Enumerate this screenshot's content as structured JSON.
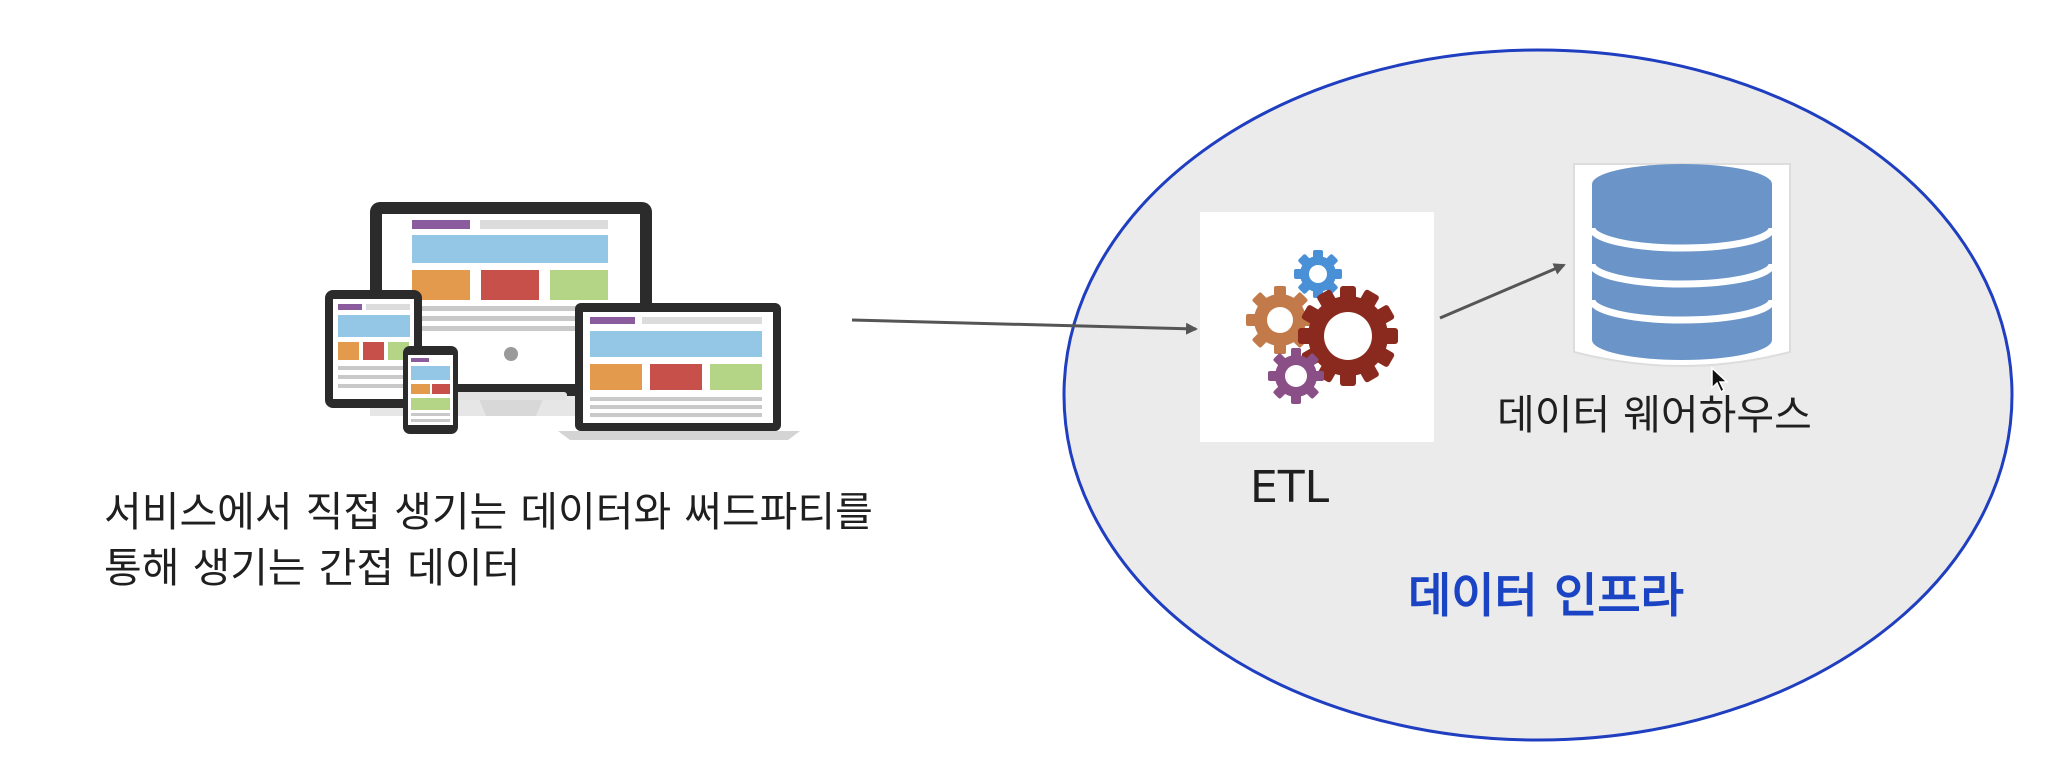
{
  "source": {
    "description_line1": "서비스에서 직접 생기는 데이터와 써드파티를",
    "description_line2": "통해 생기는 간접 데이터",
    "icon": "responsive-devices-icon"
  },
  "infra": {
    "title": "데이터 인프라",
    "etl_label": "ETL",
    "warehouse_label": "데이터 웨어하우스",
    "etl_icon": "gears-icon",
    "warehouse_icon": "database-icon"
  },
  "colors": {
    "infra_title": "#1a44c4",
    "ellipse_fill": "#ebebeb",
    "ellipse_stroke": "#1f3fc0",
    "database": "#6b95c8",
    "arrow": "#555555"
  }
}
